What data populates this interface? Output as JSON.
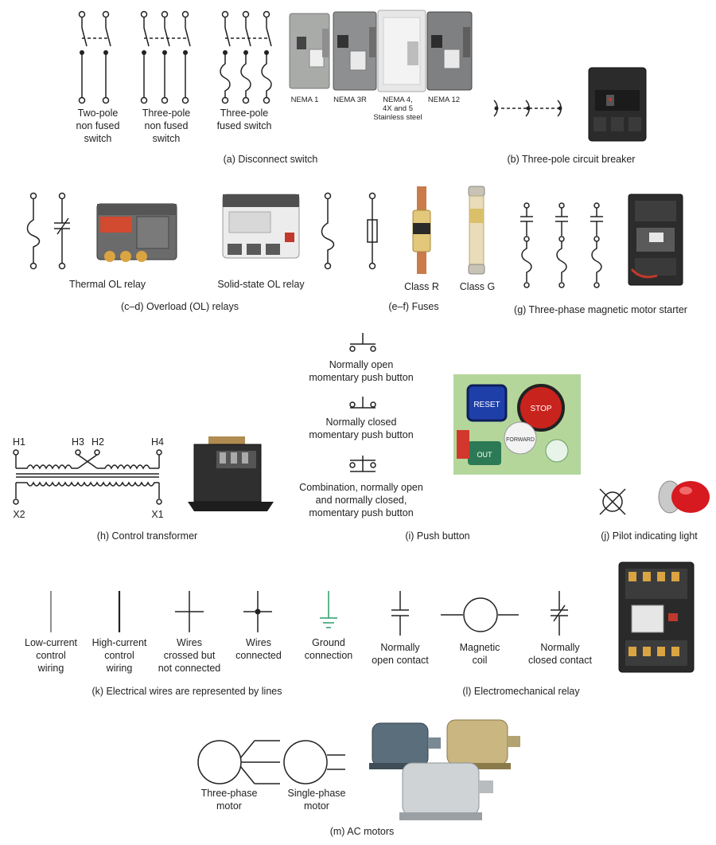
{
  "a": {
    "two_pole": [
      "Two-pole",
      "non fused",
      "switch"
    ],
    "three_pole": [
      "Three-pole",
      "non fused",
      "switch"
    ],
    "three_pole_fused": [
      "Three-pole",
      "fused switch"
    ],
    "nema": [
      "NEMA 1",
      "NEMA 3R",
      "NEMA 4,",
      "4X and 5",
      "Stainless steel",
      "NEMA 12"
    ],
    "caption": "(a) Disconnect switch"
  },
  "b": {
    "caption": "(b) Three-pole circuit breaker"
  },
  "cd": {
    "thermal": "Thermal OL relay",
    "solid": "Solid-state OL relay",
    "caption": "(c–d) Overload (OL) relays"
  },
  "ef": {
    "class_r": "Class R",
    "class_g": "Class G",
    "caption": "(e–f) Fuses"
  },
  "g": {
    "caption": "(g) Three-phase magnetic motor starter"
  },
  "h": {
    "h1": "H1",
    "h3": "H3",
    "h2": "H2",
    "h4": "H4",
    "x2": "X2",
    "x1": "X1",
    "caption": "(h) Control transformer"
  },
  "i": {
    "no": [
      "Normally open",
      "momentary push button"
    ],
    "nc": [
      "Normally closed",
      "momentary push button"
    ],
    "combo": [
      "Combination, normally open",
      "and normally closed,",
      "momentary push button"
    ],
    "buttons": [
      "RESET",
      "STOP",
      "FORWARD",
      "OUT"
    ],
    "caption": "(i) Push button"
  },
  "j": {
    "caption": "(j) Pilot indicating light"
  },
  "k": {
    "low": [
      "Low-current",
      "control",
      "wiring"
    ],
    "high": [
      "High-current",
      "control",
      "wiring"
    ],
    "crossed": [
      "Wires",
      "crossed but",
      "not connected"
    ],
    "connected": [
      "Wires",
      "connected"
    ],
    "ground": [
      "Ground",
      "connection"
    ],
    "caption": "(k) Electrical wires are represented by lines"
  },
  "l": {
    "no": [
      "Normally",
      "open contact"
    ],
    "coil": [
      "Magnetic",
      "coil"
    ],
    "nc": [
      "Normally",
      "closed contact"
    ],
    "caption": "(l) Electromechanical relay"
  },
  "m": {
    "three": [
      "Three-phase",
      "motor"
    ],
    "single": [
      "Single-phase",
      "motor"
    ],
    "caption": "(m) AC motors"
  },
  "colors": {
    "ground": "#2a9d6b",
    "panel_gray": "#9a9a9a",
    "breaker": "#2b2b2b",
    "contactor_red": "#c0392b",
    "fuse_copper": "#c97b4a",
    "pushbutton_bg": "#b5d69b"
  }
}
